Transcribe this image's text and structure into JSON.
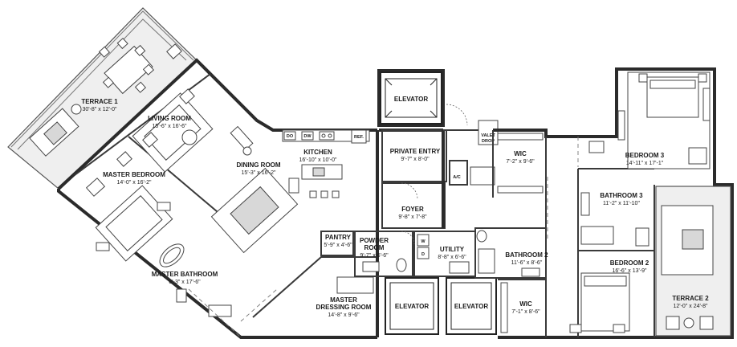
{
  "rooms": {
    "terrace1": {
      "name": "TERRACE 1",
      "dims": "30'-8\" x 12'-0\""
    },
    "living_room": {
      "name": "LIVING ROOM",
      "dims": "15'-6\" x 16'-6\""
    },
    "dining_room": {
      "name": "DINING ROOM",
      "dims": "15'-3\" x 16'-2\""
    },
    "kitchen": {
      "name": "KITCHEN",
      "dims": "16'-10\" x 10'-0\""
    },
    "master_bedroom": {
      "name": "MASTER BEDROOM",
      "dims": "14'-0\" x 16'-2\""
    },
    "master_bathroom": {
      "name": "MASTER BATHROOM",
      "dims": "8'-3\" x 17'-6\""
    },
    "master_dressing": {
      "name1": "MASTER",
      "name2": "DRESSING ROOM",
      "dims": "14'-8\" x 9'-6\""
    },
    "pantry": {
      "name": "PANTRY",
      "dims": "5'-9\" x 4'-6\""
    },
    "powder_room": {
      "name1": "POWDER",
      "name2": "ROOM",
      "dims": "9'-7\" x 6'-6\""
    },
    "utility": {
      "name": "UTILITY",
      "dims": "8'-8\" x 6'-6\""
    },
    "foyer": {
      "name": "FOYER",
      "dims": "9'-8\" x 7'-8\""
    },
    "private_entry": {
      "name": "PRIVATE ENTRY",
      "dims": "9'-7\" x 8'-0\""
    },
    "wic1": {
      "name": "WIC",
      "dims": "7'-2\" x 9'-6\""
    },
    "wic2": {
      "name": "WIC",
      "dims": "7'-1\" x 8'-6\""
    },
    "bedroom3": {
      "name": "BEDROOM 3",
      "dims": "14'-11\" x 17'-1\""
    },
    "bathroom3": {
      "name": "BATHROOM 3",
      "dims": "11'-2\" x 11'-10\""
    },
    "bathroom2": {
      "name": "BATHROOM 2",
      "dims": "11'-6\" x 8'-6\""
    },
    "bedroom2": {
      "name": "BEDROOM 2",
      "dims": "16'-6\" x 13'-9\""
    },
    "terrace2": {
      "name": "TERRACE 2",
      "dims": "12'-0\" x 24'-8\""
    }
  },
  "elevators": {
    "top": "ELEVATOR",
    "bottom_left": "ELEVATOR",
    "bottom_right": "ELEVATOR"
  },
  "fixtures": {
    "dw": "DW",
    "do": "DO",
    "ref": "REF.",
    "ac": "A/C",
    "valet1": "VALET",
    "valet2": "DROP",
    "washer": "W",
    "dryer": "D"
  }
}
